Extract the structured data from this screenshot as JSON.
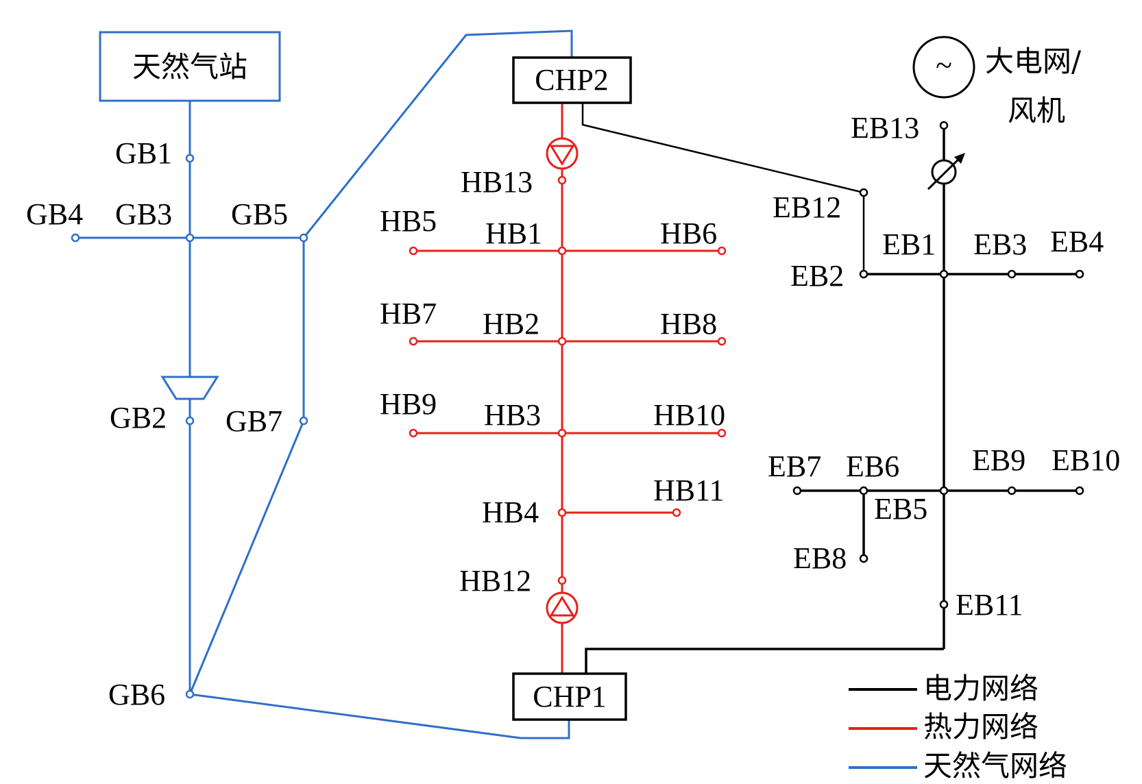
{
  "gas_station": "天然气站",
  "chp2": "CHP2",
  "chp1": "CHP1",
  "grid": "大电网/",
  "grid2": "风机",
  "grid_symbol": "~",
  "gas_nodes": {
    "GB1": "GB1",
    "GB2": "GB2",
    "GB3": "GB3",
    "GB4": "GB4",
    "GB5": "GB5",
    "GB6": "GB6",
    "GB7": "GB7"
  },
  "heat_nodes": {
    "HB1": "HB1",
    "HB2": "HB2",
    "HB3": "HB3",
    "HB4": "HB4",
    "HB5": "HB5",
    "HB6": "HB6",
    "HB7": "HB7",
    "HB8": "HB8",
    "HB9": "HB9",
    "HB10": "HB10",
    "HB11": "HB11",
    "HB12": "HB12",
    "HB13": "HB13"
  },
  "elec_nodes": {
    "EB1": "EB1",
    "EB2": "EB2",
    "EB3": "EB3",
    "EB4": "EB4",
    "EB5": "EB5",
    "EB6": "EB6",
    "EB7": "EB7",
    "EB8": "EB8",
    "EB9": "EB9",
    "EB10": "EB10",
    "EB11": "EB11",
    "EB12": "EB12",
    "EB13": "EB13"
  },
  "legend": [
    {
      "label": "电力网络",
      "color": "#000000"
    },
    {
      "label": "热力网络",
      "color": "#e8201a"
    },
    {
      "label": "天然气网络",
      "color": "#2f6fc8"
    }
  ],
  "colors": {
    "gas": "#2f6fc8",
    "heat": "#e8201a",
    "elec": "#000000"
  }
}
